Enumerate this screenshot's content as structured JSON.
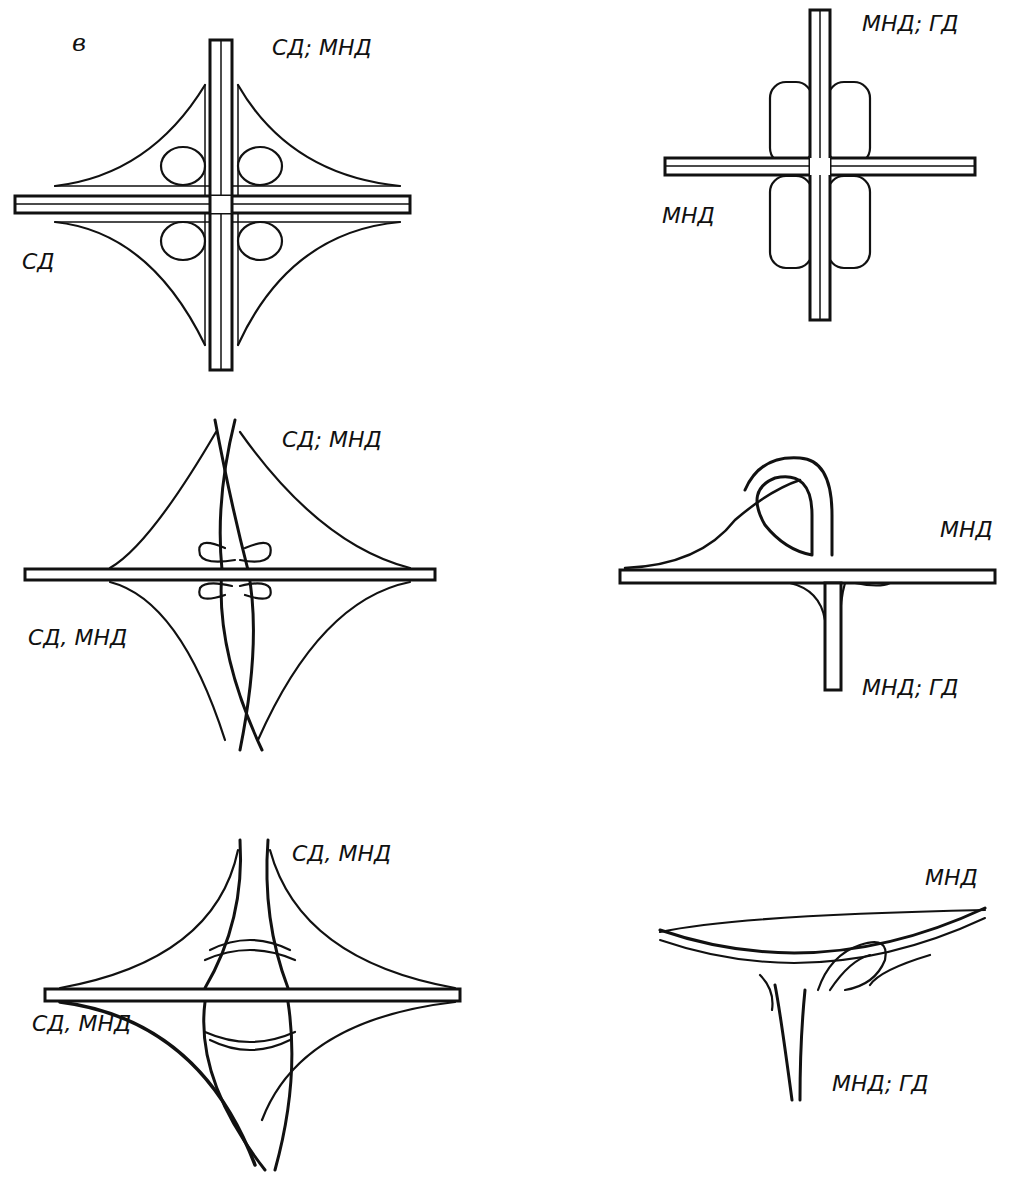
{
  "diagram": {
    "labels": [
      "в",
      "СД; МНД",
      "МНД; ГД",
      "МНД",
      "СД",
      "СД; МНД",
      "МНД",
      "СД, МНД",
      "МНД; ГД",
      "СД, МНД",
      "МНД",
      "СД, МНД",
      "МНД; ГД"
    ]
  }
}
